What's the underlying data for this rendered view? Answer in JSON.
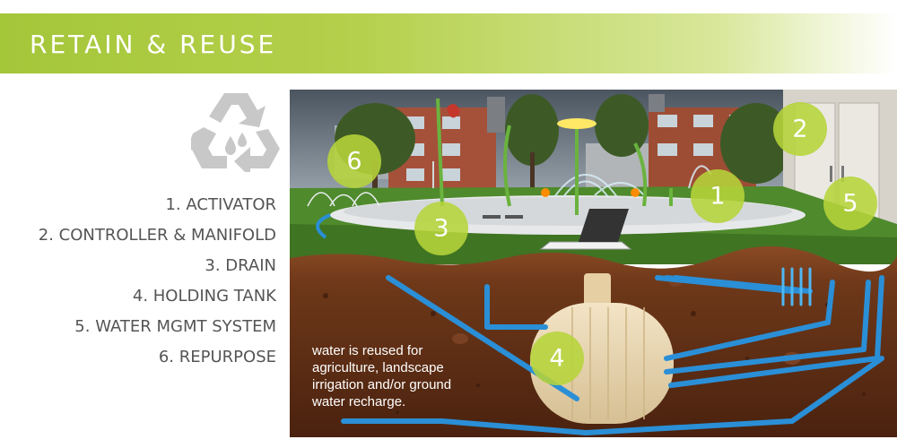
{
  "header": {
    "title": "RETAIN & REUSE"
  },
  "icon": "recycle-water-drops-icon",
  "legend": {
    "items": [
      "1. ACTIVATOR",
      "2. CONTROLLER & MANIFOLD",
      "3. DRAIN",
      "4. HOLDING TANK",
      "5. WATER MGMT SYSTEM",
      "6. REPURPOSE"
    ]
  },
  "diagram": {
    "markers": [
      "1",
      "2",
      "3",
      "4",
      "5",
      "6"
    ],
    "note": "water is reused for agriculture, landscape irrigation and/or ground water recharge."
  },
  "colors": {
    "accent_green": "#a4c639",
    "marker_green": "#b6d43a",
    "pipe_blue": "#2a8fd6",
    "soil": "#5e2f16",
    "text_gray": "#555555"
  }
}
